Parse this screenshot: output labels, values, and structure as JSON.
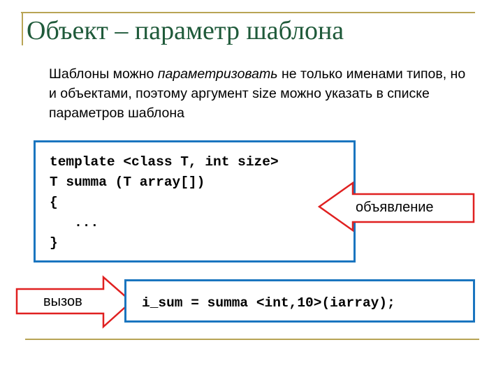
{
  "title": "Объект – параметр шаблона",
  "body": {
    "part1": "Шаблоны можно ",
    "italic": "параметризовать",
    "part2": " не только именами типов, но и объектами, поэтому аргумент size можно указать в списке параметров шаблона"
  },
  "declaration_code": [
    "template <class T, int size>",
    "T summa (T array[])",
    "{",
    "   ...",
    "}"
  ],
  "call_code": "i_sum = summa <int,10>(iarray);",
  "arrow_declaration_label": "объявление",
  "arrow_call_label": "вызов",
  "colors": {
    "title": "#1f5a3a",
    "rule": "#b8a455",
    "box_border": "#1a75bf",
    "arrow": "#e02020"
  }
}
